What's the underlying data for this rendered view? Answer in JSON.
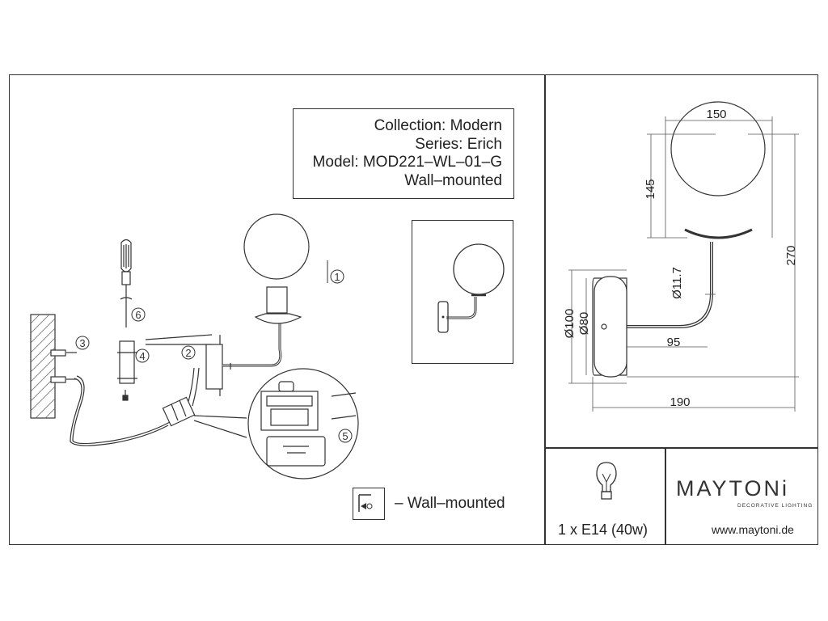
{
  "info": {
    "collection": "Collection: Modern",
    "series": "Series: Erich",
    "model": "Model: MOD221–WL–01–G",
    "mount": "Wall–mounted"
  },
  "steps": [
    "1",
    "2",
    "3",
    "4",
    "5",
    "6"
  ],
  "legend": {
    "text": "– Wall–mounted"
  },
  "dimensions": {
    "width_top": "150",
    "globe_height": "145",
    "total_height": "270",
    "tube_diameter": "Ø11.7",
    "base_outer": "Ø100",
    "base_inner": "Ø80",
    "arm_reach": "95",
    "total_depth": "190"
  },
  "bulb": {
    "spec": "1 x E14 (40w)"
  },
  "brand": {
    "name": "MAYTONi",
    "tagline": "DECORATIVE LIGHTING",
    "website": "www.maytoni.de"
  }
}
